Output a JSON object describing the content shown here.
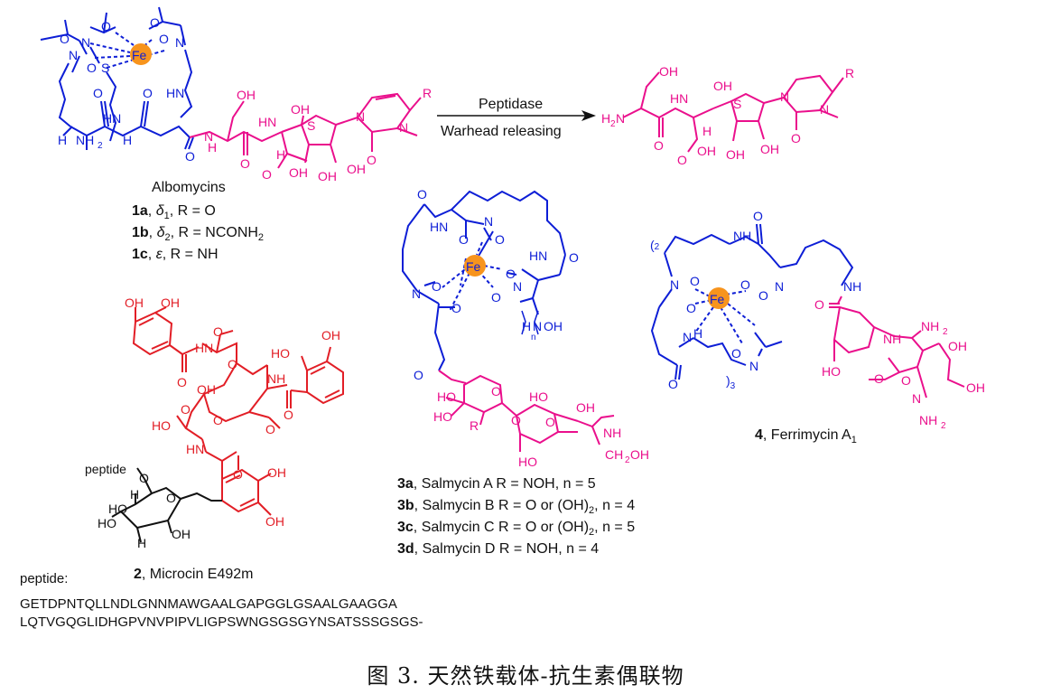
{
  "colors": {
    "blue": "#0d1ed6",
    "magenta": "#ea0f8c",
    "red": "#e21e26",
    "black": "#111111",
    "iron": "#f7941d"
  },
  "atoms": {
    "fe": "Fe",
    "o": "O",
    "n": "N",
    "h": "H",
    "s": "S",
    "oh": "OH",
    "ho": "HO",
    "hn": "HN",
    "nh": "NH",
    "nh2": "NH",
    "h2n": "H",
    "r": "R",
    "ch2oh": "CH",
    "nh2_sub": "2",
    "ch2_sub": "2",
    "oh_end": "OH",
    "n_index": "n",
    "two_index": "2",
    "three_index": "3"
  },
  "reaction": {
    "arrow_top": "Peptidase",
    "arrow_bottom": "Warhead releasing"
  },
  "albomycins": {
    "title": "Albomycins",
    "rows": [
      {
        "id": "1a",
        "sym": "δ",
        "sub": "1",
        "rest": ", R = O"
      },
      {
        "id": "1b",
        "sym": "δ",
        "sub": "2",
        "rest": ", R = NCONH",
        "sub2": "2"
      },
      {
        "id": "1c",
        "sym": "ε",
        "sub": "",
        "rest": ", R = NH"
      }
    ]
  },
  "salmycins": {
    "rows": [
      {
        "id": "3a",
        "text": ", Salmycin A R = NOH, n = 5"
      },
      {
        "id": "3b",
        "text": ", Salmycin B R = O or (OH)",
        "sub": "2",
        "tail": ", n = 4"
      },
      {
        "id": "3c",
        "text": ", Salmycin C R = O or (OH)",
        "sub": "2",
        "tail": ", n = 5"
      },
      {
        "id": "3d",
        "text": ", Salmycin D R = NOH, n = 4"
      }
    ]
  },
  "ferrimycin": {
    "id": "4",
    "name": ", Ferrimycin A",
    "sub": "1"
  },
  "microcin": {
    "id": "2",
    "name": ", Microcin E492m",
    "peptide_tag": "peptide"
  },
  "peptide": {
    "label": "peptide:",
    "line1": "GETDPNTQLLNDLGNNMAWGAALGAPGGLGSAALGAAGGA",
    "line2": "LQTVGQGLIDHGPVNVPIPVLIGPSWNGSGSGYNSATSSSGSGS-"
  },
  "caption": "图 3. 天然铁载体-抗生素偶联物"
}
